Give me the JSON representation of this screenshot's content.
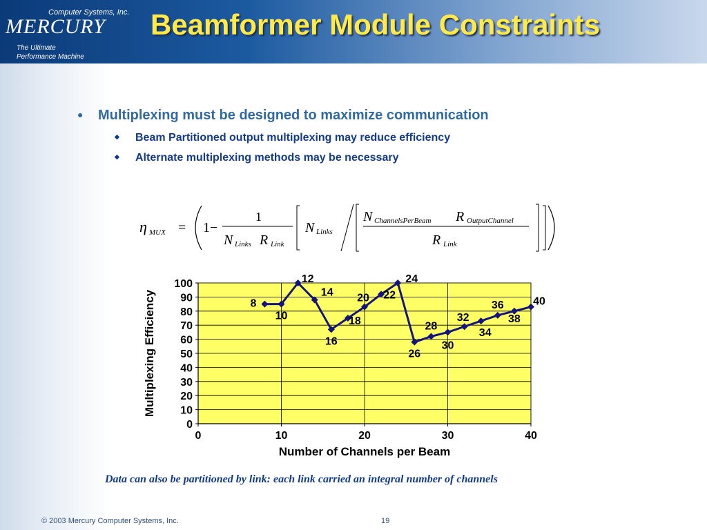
{
  "header": {
    "logo_company": "Computer Systems, Inc.",
    "logo_name": "MERCURY",
    "logo_tagline_1": "The Ultimate",
    "logo_tagline_2": "Performance Machine",
    "title": "Beamformer Module Constraints"
  },
  "bullets": {
    "main": "Multiplexing must be designed to maximize communication",
    "main_marker": "●",
    "sub_marker": "◆",
    "sub_items": [
      "Beam Partitioned output multiplexing may reduce efficiency",
      "Alternate multiplexing methods may be necessary"
    ]
  },
  "formula": {
    "eta": "η",
    "eta_sub": "MUX",
    "equals": "=",
    "one": "1",
    "minus": "1−",
    "N": "N",
    "R": "R",
    "links_sub": "Links",
    "link_sub": "Link",
    "channels_sub": "ChannelsPerBeam",
    "output_sub": "OutputChannel"
  },
  "chart_data": {
    "type": "line",
    "xlabel": "Number of Channels per Beam",
    "ylabel": "Multiplexing Efficiency",
    "xlim": [
      0,
      40
    ],
    "ylim": [
      0,
      100
    ],
    "x_ticks": [
      "0",
      "10",
      "20",
      "30",
      "40"
    ],
    "y_ticks": [
      "0",
      "10",
      "20",
      "30",
      "40",
      "50",
      "60",
      "70",
      "80",
      "90",
      "100"
    ],
    "grid": true,
    "plot_background": "#ffff66",
    "series_color": "#14157a",
    "series": [
      {
        "x": [
          8,
          10,
          12,
          14,
          16,
          18,
          20,
          22,
          24,
          26,
          28,
          30,
          32,
          34,
          36,
          38,
          40
        ],
        "values": [
          85,
          85,
          100,
          88,
          67,
          75,
          83,
          92,
          100,
          58,
          62,
          65,
          69,
          73,
          77,
          80,
          83
        ],
        "point_labels": [
          "8",
          "10",
          "12",
          "14",
          "16",
          "18",
          "20",
          "22",
          "24",
          "26",
          "28",
          "30",
          "32",
          "34",
          "36",
          "38",
          "40"
        ]
      }
    ]
  },
  "note": "Data can also be partitioned by link: each link carried an integral number of channels",
  "footer": {
    "copyright": "© 2003 Mercury Computer Systems, Inc.",
    "page_number": "19"
  }
}
